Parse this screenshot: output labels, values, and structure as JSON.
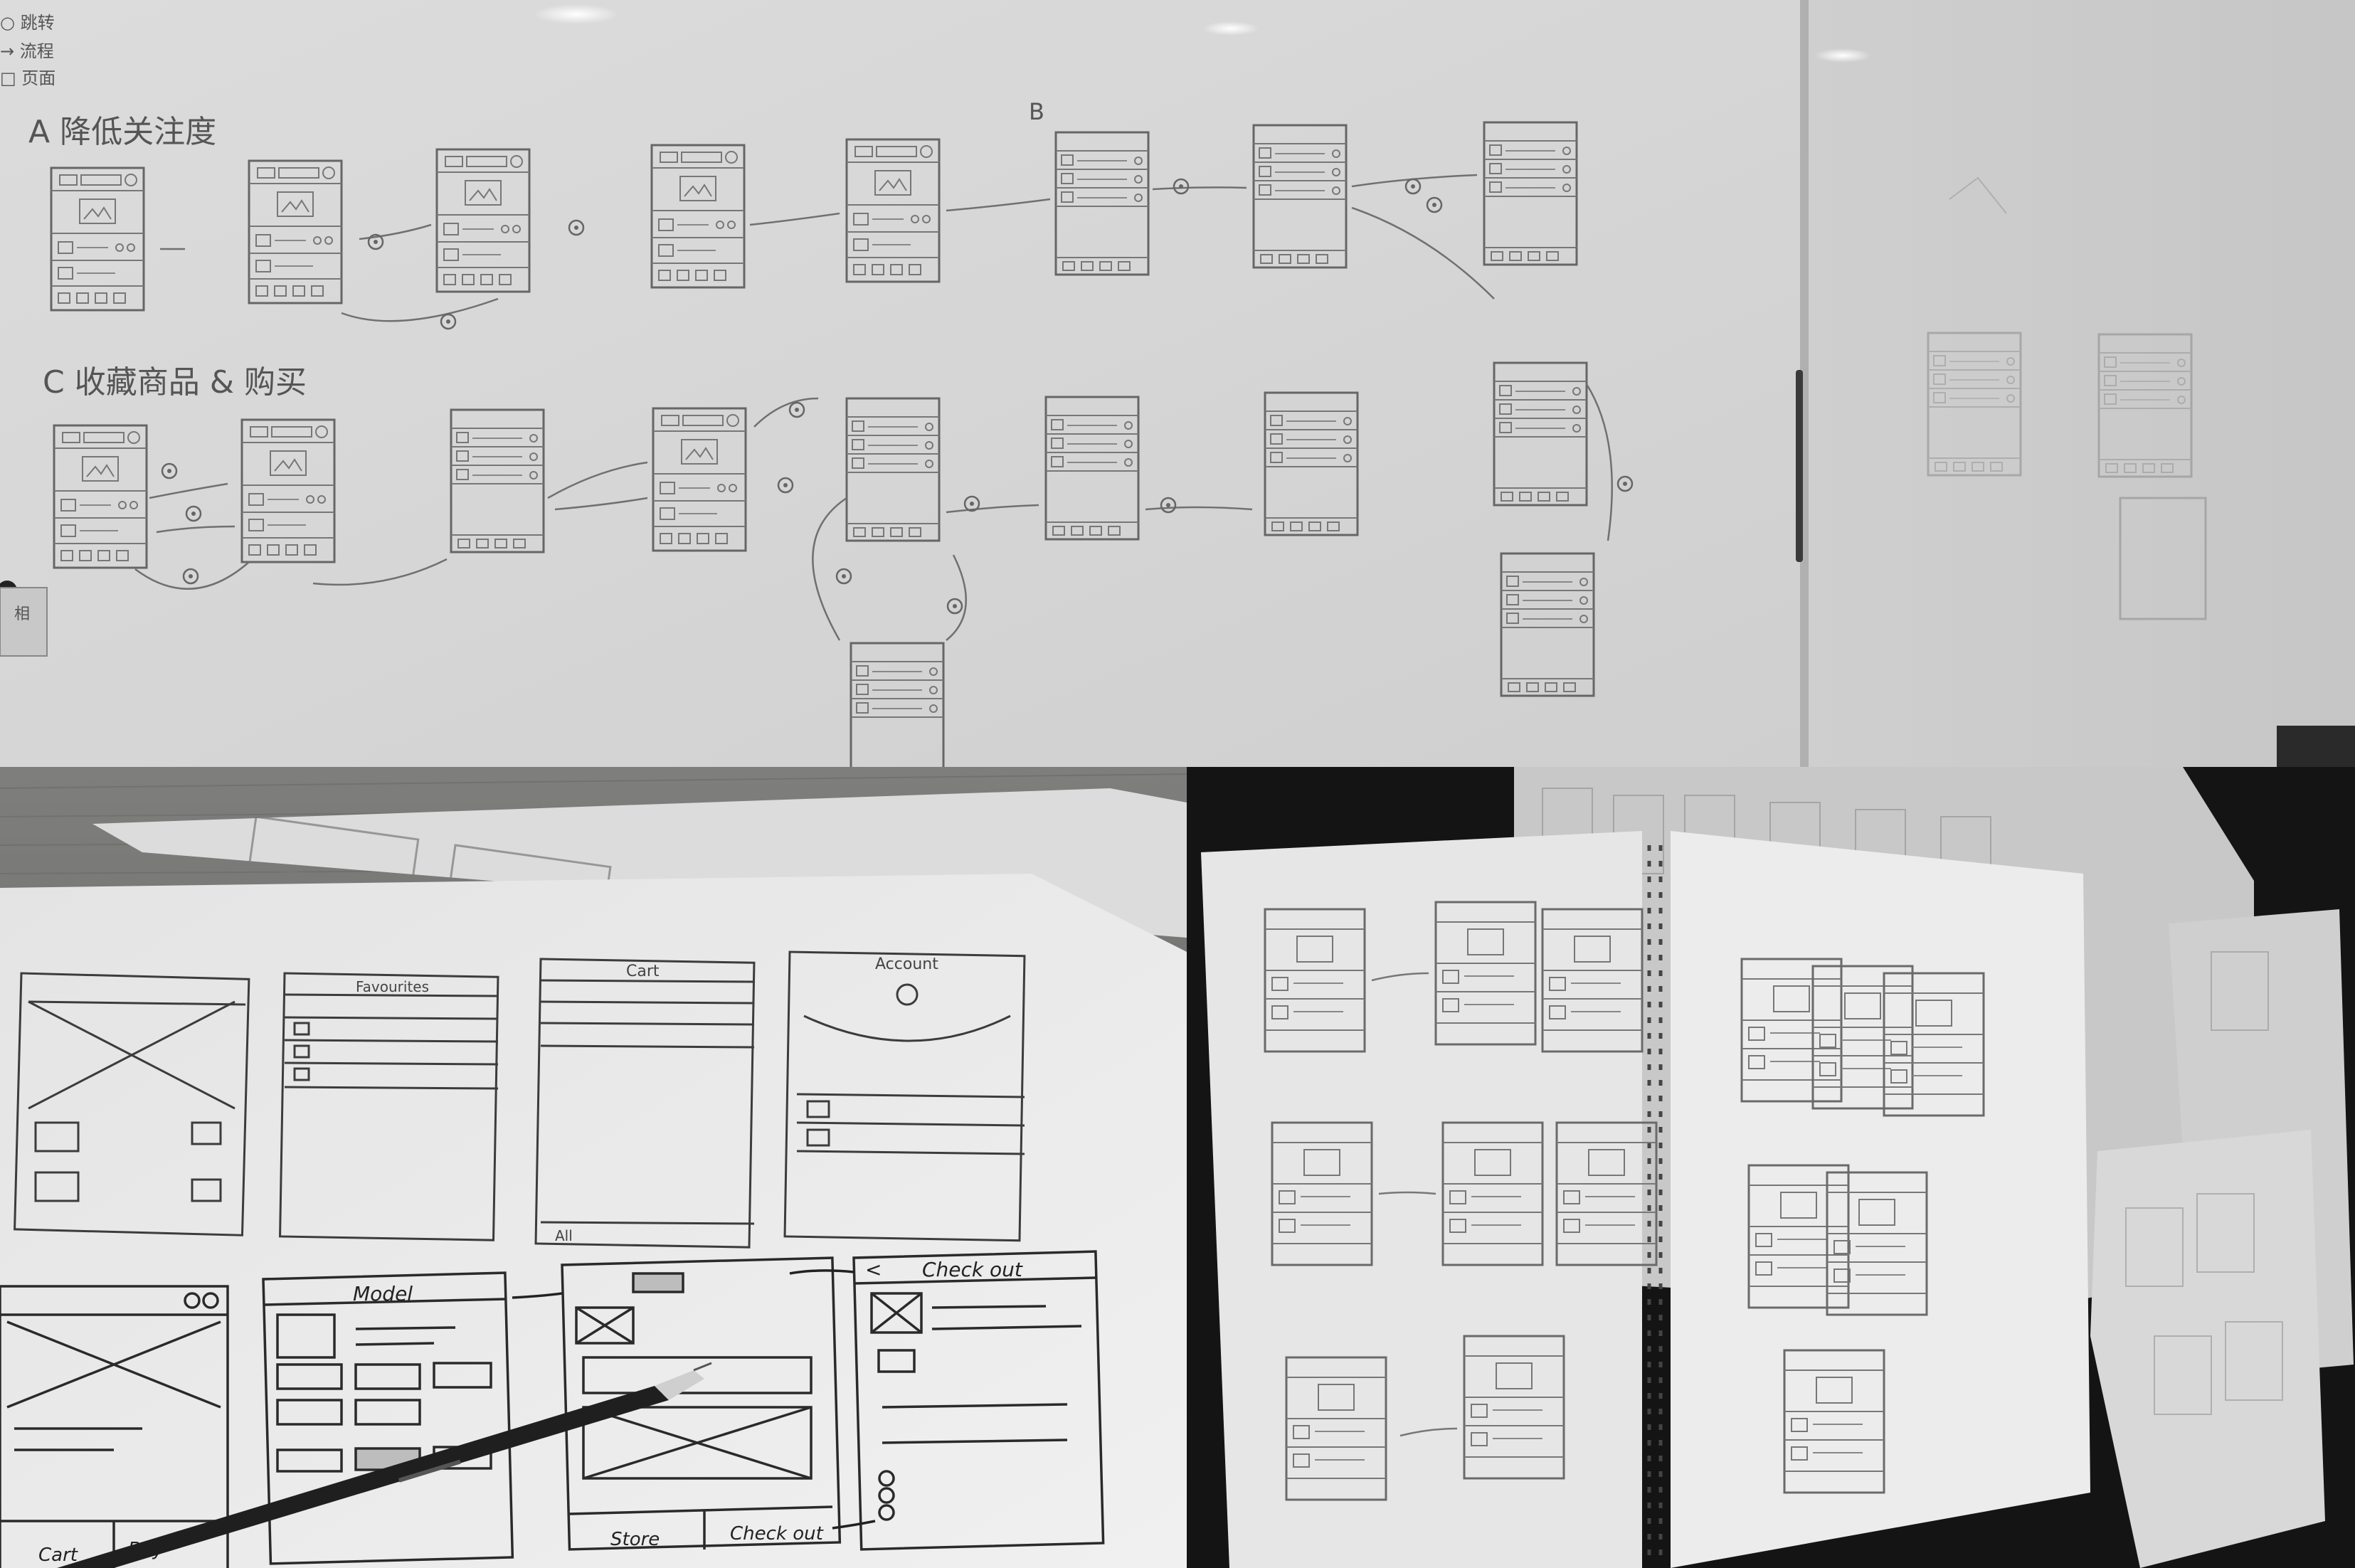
{
  "scene": {
    "description_label": "Whiteboard and paper wireframe sketches of a mobile shopping app",
    "panels": [
      "whiteboard",
      "paper-sketches-desk",
      "notebook-sketches"
    ]
  },
  "whiteboard": {
    "row_a_heading": "A 降低关注度",
    "row_c_heading": "C 收藏商品 & 购买",
    "row_b_marker": "B",
    "legend_lines": [
      "○ 跳转",
      "→ 流程",
      "□ 页面"
    ],
    "magnet_label": "相"
  },
  "paper_sketches": {
    "screen_titles": [
      "Favourites",
      "Cart",
      "Account",
      "Model",
      "Check out"
    ],
    "button_labels": [
      "Cart",
      "Buy",
      "Store",
      "Check out"
    ],
    "back_glyph": "<",
    "tab_all": "All"
  },
  "colors": {
    "whiteboard": "#d9d9d9",
    "ink": "#5e5e5e",
    "paper": "#e9e9e9",
    "pen_body": "#1f1f1f"
  }
}
